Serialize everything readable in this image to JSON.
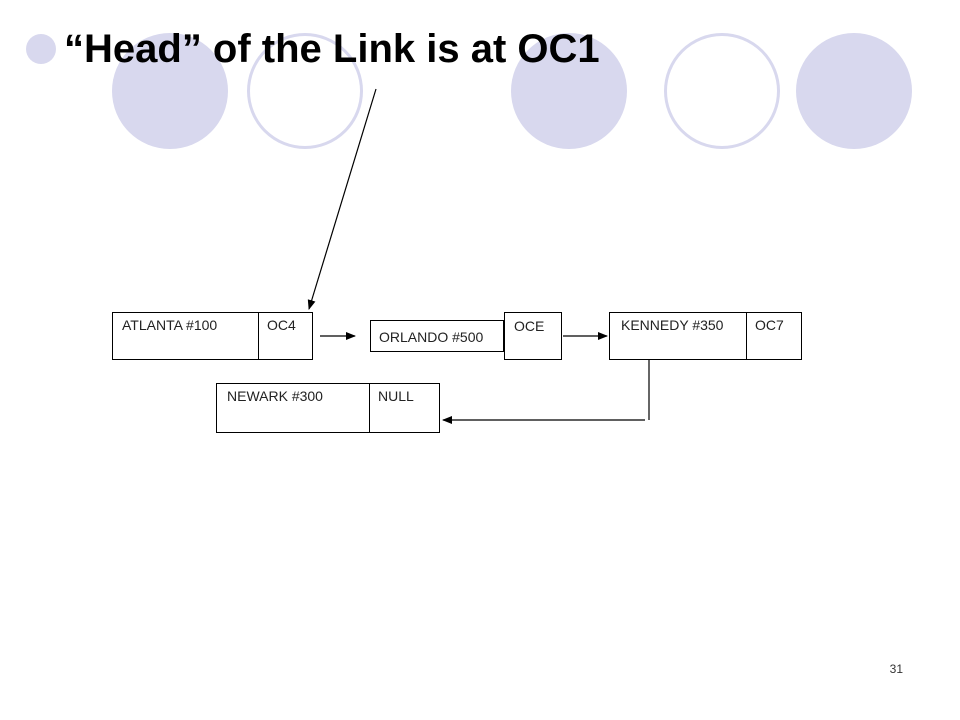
{
  "slide": {
    "title": "“Head” of the Link is at OC1",
    "page_number": "31",
    "accent_color": "#d8d8ee"
  },
  "nodes": {
    "atlanta": {
      "name": "ATLANTA  #100",
      "pointer": "OC4"
    },
    "orlando": {
      "name": "ORLANDO  #500",
      "pointer": "OCE"
    },
    "kennedy": {
      "name": "KENNEDY #350",
      "pointer": "OC7"
    },
    "newark": {
      "name": "NEWARK  #300",
      "pointer": "NULL"
    }
  }
}
